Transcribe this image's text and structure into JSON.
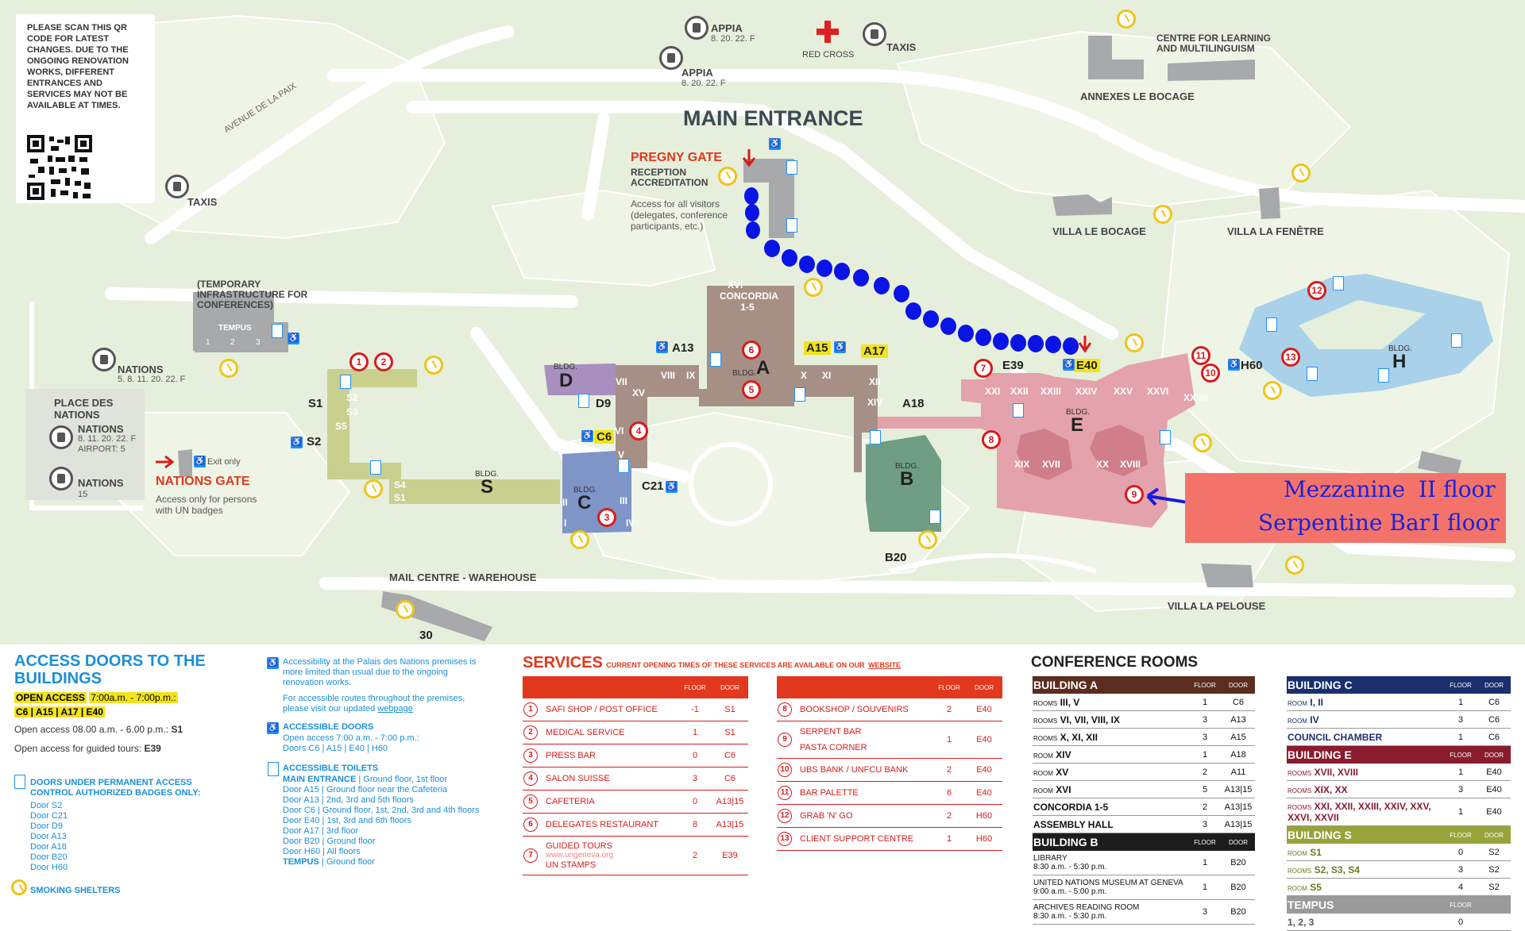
{
  "qr_note": "PLEASE SCAN THIS QR CODE FOR LATEST CHANGES. DUE TO THE ONGOING RENOVATION WORKS, DIFFERENT ENTRANCES AND SERVICES MAY NOT BE AVAILABLE AT TIMES.",
  "map": {
    "main_entrance": "MAIN ENTRANCE",
    "avenue": "AVENUE DE LA PAIX",
    "appia_1": "APPIA",
    "appia_1_lines": "8. 20. 22. F",
    "appia_2": "APPIA",
    "appia_2_lines": "8. 20. 22. F",
    "red_cross": "RED CROSS",
    "taxis_top": "TAXIS",
    "taxis_left": "TAXIS",
    "centre_learning": "CENTRE FOR LEARNING AND MULTILINGUISM",
    "annexes": "ANNEXES LE BOCAGE",
    "villa_bocage": "VILLA LE BOCAGE",
    "villa_fenetre": "VILLA LA FENÊTRE",
    "villa_pelouse": "VILLA LA PELOUSE",
    "pregny_gate": "PREGNY GATE",
    "reception": "RECEPTION ACCREDITATION",
    "pregny_access": "Access for all visitors (delegates, conference participants, etc.)",
    "temporary": "(TEMPORARY INFRASTRUCTURE FOR CONFERENCES)",
    "tempus": "TEMPUS",
    "tempus_rooms": [
      "1",
      "2",
      "3"
    ],
    "nations_1": "NATIONS",
    "nations_1_lines": "5. 8. 11. 20. 22. F",
    "place_des_nations": "PLACE DES NATIONS",
    "nations_2": "NATIONS",
    "nations_2_lines": "8. 11. 20. 22. F",
    "nations_2_airport": "AIRPORT: 5",
    "nations_3": "NATIONS",
    "nations_3_lines": "15",
    "exit_only": "Exit only",
    "nations_gate": "NATIONS GATE",
    "nations_gate_note": "Access only for persons with UN badges",
    "mail_centre": "MAIL CENTRE - WAREHOUSE",
    "bldg_word": "BLDG.",
    "letters": {
      "a": "A",
      "b": "B",
      "c": "C",
      "d": "D",
      "e": "E",
      "h": "H",
      "s": "S"
    },
    "concordia": "CONCORDIA 1-5",
    "concordia_num": "XVI",
    "rooms": {
      "vii": "VII",
      "viii": "VIII",
      "ix": "IX",
      "xv": "XV",
      "vi": "VI",
      "v": "V",
      "x": "X",
      "xi": "XI",
      "xii": "XII",
      "xiv": "XIV",
      "c_ii": "II",
      "c_i": "I",
      "c_iii": "III",
      "c_iv": "IV",
      "xxi": "XXI",
      "xxii": "XXII",
      "xxiii": "XXIII",
      "xxiv": "XXIV",
      "xxv": "XXV",
      "xxvi": "XXVI",
      "xxvii": "XXVII",
      "xix": "XIX",
      "xvii": "XVII",
      "xx": "XX",
      "xviii": "XVIII"
    },
    "s_rooms": [
      "S2",
      "S3",
      "S5",
      "S4",
      "S1"
    ],
    "doors": {
      "a13": "A13",
      "a15": "A15",
      "a17": "A17",
      "d9": "D9",
      "c6": "C6",
      "c21": "C21",
      "a18": "A18",
      "e39": "E39",
      "e40": "E40",
      "h60": "H60",
      "b20": "B20",
      "s1": "S1",
      "s2": "S2",
      "d30": "30"
    },
    "pins": [
      "1",
      "2",
      "3",
      "4",
      "5",
      "6",
      "7",
      "8",
      "9",
      "10",
      "11",
      "12",
      "13"
    ],
    "callout_line1": "Mezzanine",
    "callout_floor1": "II floor",
    "callout_line2": "Serpentine Bar",
    "callout_floor2": "I floor"
  },
  "access": {
    "title": "ACCESS DOORS TO THE BUILDINGS",
    "open_access": "OPEN ACCESS",
    "open_hours": "7:00a.m. - 7:00p.m.:",
    "open_doors": "C6 | A15 | A17 | E40",
    "line2_prefix": "Open access 08.00 a.m. - 6.00 p.m.:",
    "line2_door": "S1",
    "line3_prefix": "Open access for guided tours:",
    "line3_door": "E39",
    "perm_title": "DOORS UNDER PERMANENT ACCESS CONTROL AUTHORIZED BADGES ONLY:",
    "perm_doors": [
      "Door S2",
      "Door C21",
      "Door D9",
      "Door A13",
      "Door A18",
      "Door B20",
      "Door H60"
    ],
    "smoking": "SMOKING SHELTERS",
    "accessibility_1": "Accessibility at the Palais des Nations premises is more limited than usual due to the ongoing renovation works.",
    "accessibility_2a": "For accessible routes throughout the premises, please visit our updated",
    "accessibility_2b": "webpage",
    "acc_doors_title": "ACCESSIBLE DOORS",
    "acc_doors_hours": "Open access 7:00 a.m. - 7:00 p.m.:",
    "acc_doors_list": "Doors C6 | A15 | E40 | H60",
    "acc_toilets_title": "ACCESSIBLE TOILETS",
    "acc_toilets_main": "MAIN ENTRANCE",
    "acc_toilets_main_suffix": "| Ground floor, 1st floor",
    "acc_toilets": [
      "Door A15 | Ground floor near the Cafeteria",
      "Door A13 | 2nd, 3rd and 5th floors",
      "Door C6 | Ground floor, 1st, 2nd, 3rd and 4th floors",
      "Door E40 | 1st, 3rd and 6th floors",
      "Door A17 | 3rd floor",
      "Door B20 | Ground floor",
      "Door H60 | All floors"
    ],
    "acc_toilets_tempus": "TEMPUS",
    "acc_toilets_tempus_suffix": "| Ground floor"
  },
  "services": {
    "title": "SERVICES",
    "subtitle": "CURRENT OPENING TIMES OF THESE SERVICES ARE AVAILABLE ON OUR",
    "subtitle_link": "WEBSITE",
    "floor_hdr": "FLOOR",
    "door_hdr": "DOOR",
    "left": [
      {
        "n": "1",
        "name": "SAFI SHOP / POST OFFICE",
        "floor": "-1",
        "door": "S1"
      },
      {
        "n": "2",
        "name": "MEDICAL SERVICE",
        "floor": "1",
        "door": "S1"
      },
      {
        "n": "3",
        "name": "PRESS BAR",
        "floor": "0",
        "door": "C6"
      },
      {
        "n": "4",
        "name": "SALON SUISSE",
        "floor": "3",
        "door": "C6"
      },
      {
        "n": "5",
        "name": "CAFETERIA",
        "floor": "0",
        "door": "A13|15"
      },
      {
        "n": "6",
        "name": "DELEGATES RESTAURANT",
        "floor": "8",
        "door": "A13|15"
      }
    ],
    "left_7": {
      "n": "7",
      "name": "GUIDED TOURS",
      "url": "www.ungeneva.org",
      "name2": "UN STAMPS",
      "floor": "2",
      "door": "E39"
    },
    "right": [
      {
        "n": "8",
        "name": "BOOKSHOP / SOUVENIRS",
        "floor": "2",
        "door": "E40"
      },
      {
        "n": "9",
        "name": "SERPENT BAR",
        "name2": "PASTA CORNER",
        "floor": "1",
        "door": "E40"
      },
      {
        "n": "10",
        "name": "UBS BANK / UNFCU BANK",
        "floor": "2",
        "door": "E40"
      },
      {
        "n": "11",
        "name": "BAR PALETTE",
        "floor": "6",
        "door": "E40"
      },
      {
        "n": "12",
        "name": "GRAB 'N' GO",
        "floor": "2",
        "door": "H60"
      },
      {
        "n": "13",
        "name": "CLIENT SUPPORT CENTRE",
        "floor": "1",
        "door": "H60"
      }
    ]
  },
  "conference": {
    "title": "CONFERENCE ROOMS",
    "floor_hdr": "FLOOR",
    "door_hdr": "DOOR",
    "rooms_label": "ROOMS",
    "room_label": "ROOM",
    "building_a": "BUILDING A",
    "a_rows": [
      {
        "label": "ROOMS",
        "rooms": "III, V",
        "floor": "1",
        "door": "C6"
      },
      {
        "label": "ROOMS",
        "rooms": "VI, VII, VIII, IX",
        "floor": "3",
        "door": "A13"
      },
      {
        "label": "ROOMS",
        "rooms": "X, XI, XII",
        "floor": "3",
        "door": "A15"
      },
      {
        "label": "ROOM",
        "rooms": "XIV",
        "floor": "1",
        "door": "A18"
      },
      {
        "label": "ROOM",
        "rooms": "XV",
        "floor": "2",
        "door": "A11"
      },
      {
        "label": "ROOM",
        "rooms": "XVI",
        "floor": "5",
        "door": "A13|15"
      },
      {
        "label": "",
        "rooms": "CONCORDIA 1-5",
        "floor": "2",
        "door": "A13|15"
      },
      {
        "label": "",
        "rooms": "ASSEMBLY HALL",
        "floor": "3",
        "door": "A13|15"
      }
    ],
    "building_b": "BUILDING B",
    "b_rows": [
      {
        "name": "LIBRARY",
        "hours": "8:30 a.m. - 5:30 p.m.",
        "floor": "1",
        "door": "B20"
      },
      {
        "name": "UNITED NATIONS MUSEUM AT GENEVA",
        "hours": "9:00 a.m. - 5:00 p.m.",
        "floor": "1",
        "door": "B20"
      },
      {
        "name": "ARCHIVES READING ROOM",
        "hours": "8:30 a.m. - 5:30 p.m.",
        "floor": "3",
        "door": "B20"
      }
    ],
    "building_c": "BUILDING C",
    "c_rows": [
      {
        "label": "ROOM",
        "rooms": "I, II",
        "floor": "1",
        "door": "C6"
      },
      {
        "label": "ROOM",
        "rooms": "IV",
        "floor": "3",
        "door": "C6"
      },
      {
        "label": "",
        "rooms": "COUNCIL CHAMBER",
        "floor": "1",
        "door": "C6"
      }
    ],
    "building_e": "BUILDING E",
    "e_rows": [
      {
        "label": "ROOMS",
        "rooms": "XVII, XVIII",
        "floor": "1",
        "door": "E40"
      },
      {
        "label": "ROOMS",
        "rooms": "XIX, XX",
        "floor": "3",
        "door": "E40"
      },
      {
        "label": "ROOMS",
        "rooms": "XXI, XXII, XXIII, XXIV, XXV, XXVI, XXVII",
        "floor": "1",
        "door": "E40"
      }
    ],
    "building_s": "BUILDING S",
    "s_rows": [
      {
        "label": "ROOM",
        "rooms": "S1",
        "floor": "0",
        "door": "S2"
      },
      {
        "label": "ROOMS",
        "rooms": "S2, S3, S4",
        "floor": "3",
        "door": "S2"
      },
      {
        "label": "ROOM",
        "rooms": "S5",
        "floor": "4",
        "door": "S2"
      }
    ],
    "tempus": "TEMPUS",
    "tempus_rooms": "1, 2, 3",
    "tempus_floor": "0"
  },
  "colors": {
    "map_bg": "#e5efdc",
    "building_a": "#a69086",
    "building_b": "#6f9e85",
    "building_c": "#7f95c8",
    "building_d": "#a98fc0",
    "building_e": "#e4a2ac",
    "building_h": "#a9d1ea",
    "building_s": "#c9cf8d",
    "red": "#d91b1b",
    "accent_blue": "#1e90ff",
    "path_dots": "#0a14e6",
    "callout": "#f3736b"
  }
}
